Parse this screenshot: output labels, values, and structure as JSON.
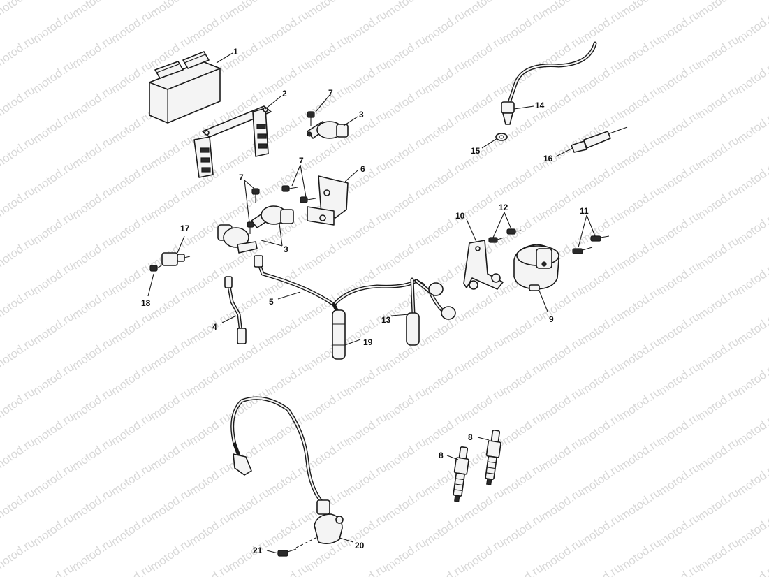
{
  "diagram": {
    "watermark": "motod.ru",
    "callouts": [
      "1",
      "2",
      "3",
      "3",
      "4",
      "5",
      "6",
      "7",
      "7",
      "7",
      "8",
      "8",
      "9",
      "10",
      "11",
      "12",
      "13",
      "14",
      "15",
      "16",
      "17",
      "18",
      "19",
      "20",
      "21"
    ]
  },
  "colors": {
    "line": "#1a1a1a",
    "part_fill": "#f4f4f4",
    "watermark": "#d8d8d8",
    "background": "#ffffff"
  }
}
